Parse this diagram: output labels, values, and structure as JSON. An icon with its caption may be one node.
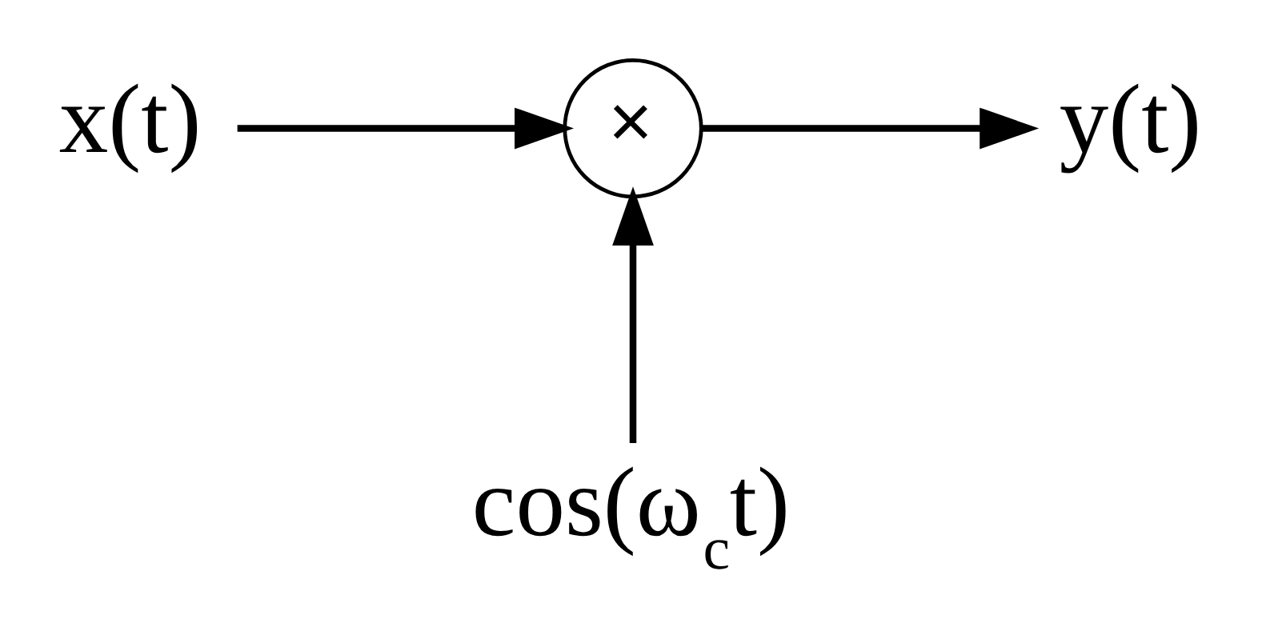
{
  "diagram": {
    "nodes": [
      {
        "text": [
          "x(t)"
        ]
      },
      {
        "text": [
          "×"
        ]
      },
      {
        "text": [
          "y(t)"
        ]
      },
      {
        "text": [
          "cos(ω$_{c}$t)"
        ]
      }
    ],
    "edges": [
      {
        "from": 0,
        "to": 1,
        "arrow": "to"
      },
      {
        "from": 1,
        "to": 2,
        "arrow": "to"
      },
      {
        "from": 3,
        "to": 1,
        "arrow": "to"
      }
    ]
  }
}
